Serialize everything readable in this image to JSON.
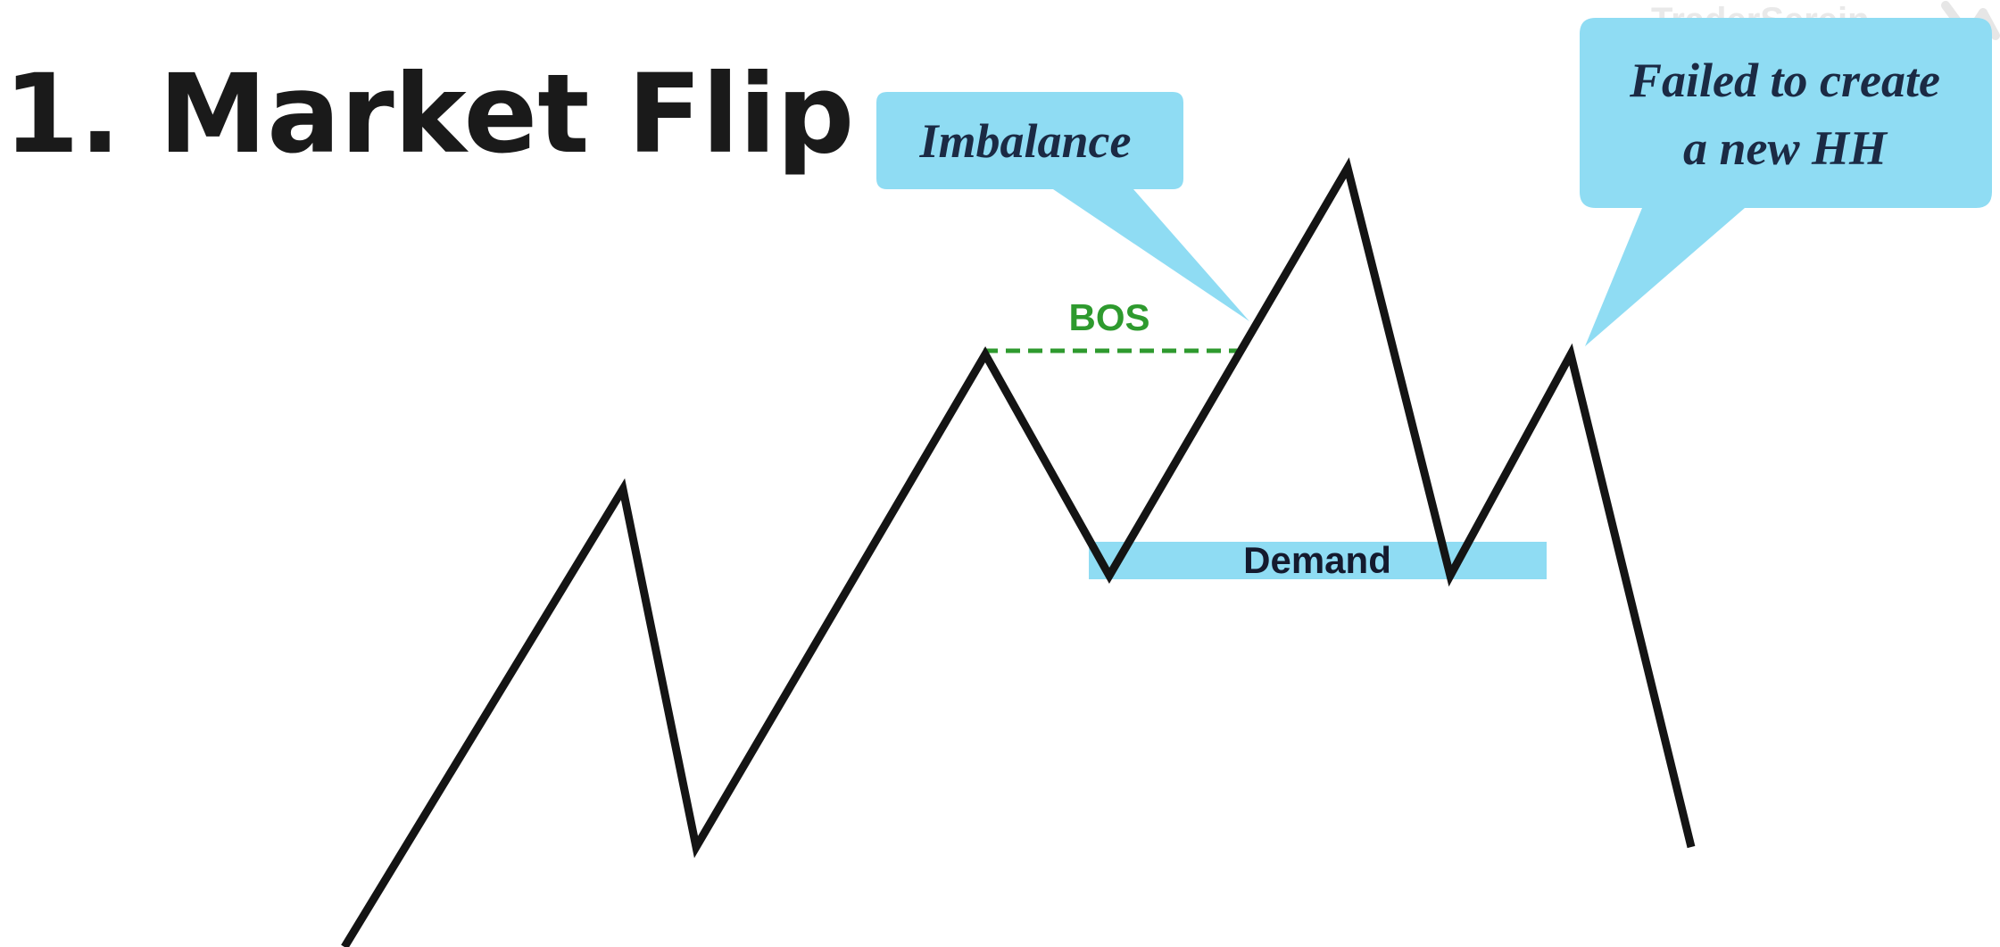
{
  "title": "1. Market Flip",
  "callouts": {
    "imbalance": {
      "text": "Imbalance"
    },
    "failed_hh": {
      "line1": "Failed to create",
      "line2": "a new HH"
    }
  },
  "labels": {
    "bos": "BOS",
    "demand": "Demand"
  },
  "watermark": "TraderSerein",
  "colors": {
    "price_line": "#141414",
    "callout_fill": "#8fdcf3",
    "callout_text": "#1b2a44",
    "bos_line": "#2e9a2e",
    "demand_zone": "#8fdcf3",
    "title": "#1a1a1a"
  }
}
